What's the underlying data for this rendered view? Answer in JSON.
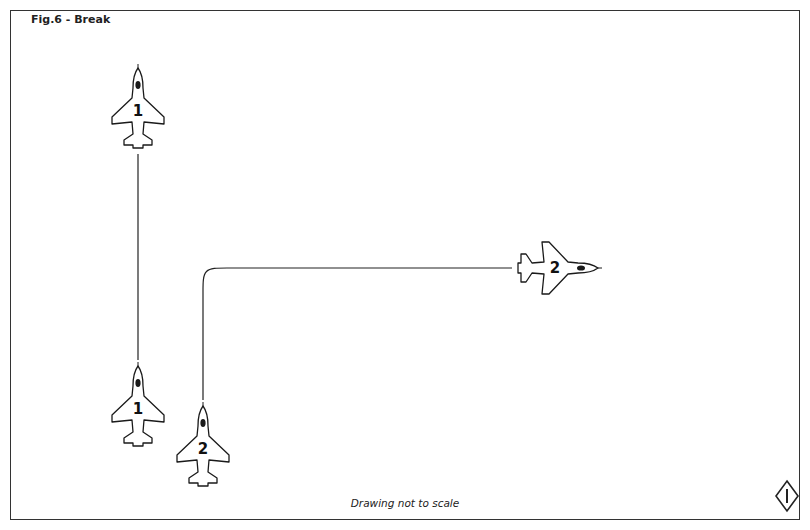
{
  "diagram": {
    "title": "Fig.6 - Break",
    "caption": "Drawing not to scale",
    "nodes": [
      {
        "text": [
          "1"
        ]
      },
      {
        "text": [
          "2"
        ]
      },
      {
        "text": [
          "1"
        ]
      },
      {
        "text": [
          "2"
        ]
      }
    ],
    "edges": [
      {
        "from": 2,
        "to": 0,
        "arrow": "none"
      },
      {
        "from": 3,
        "to": 1,
        "arrow": "none"
      }
    ]
  }
}
